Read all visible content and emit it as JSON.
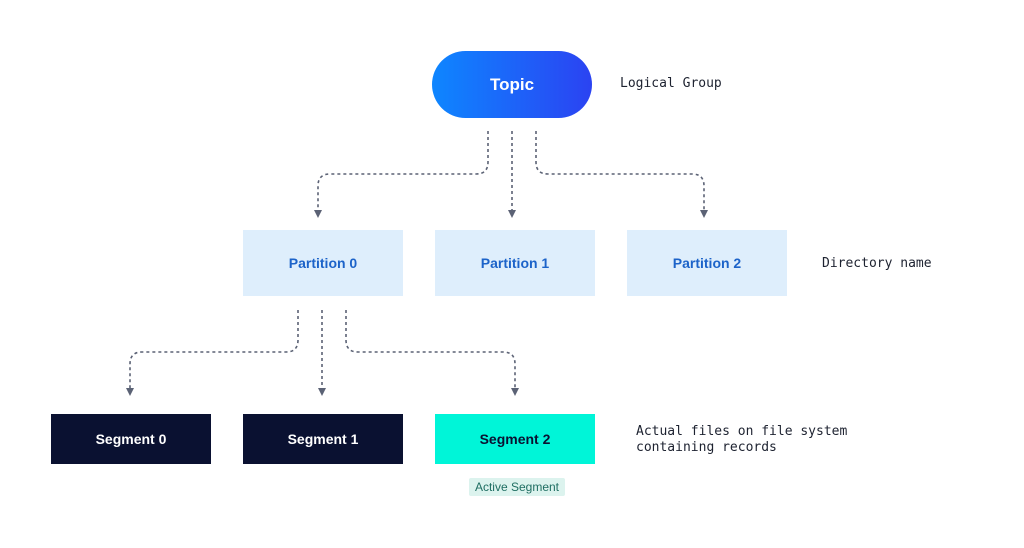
{
  "topic": {
    "label": "Topic",
    "note": "Logical Group"
  },
  "partitions": {
    "items": [
      {
        "label": "Partition 0"
      },
      {
        "label": "Partition 1"
      },
      {
        "label": "Partition 2"
      }
    ],
    "note": "Directory name"
  },
  "segments": {
    "items": [
      {
        "label": "Segment 0"
      },
      {
        "label": "Segment 1"
      },
      {
        "label": "Segment 2"
      }
    ],
    "note": "Actual files on file system\ncontaining records",
    "active_badge": "Active Segment"
  },
  "colors": {
    "topic_gradient_start": "#0e86ff",
    "topic_gradient_end": "#2b43f2",
    "partition_fill": "#deeefc",
    "partition_text": "#1c63c9",
    "segment_fill": "#0a1131",
    "active_segment_fill": "#00f5d8",
    "connector": "#5b6275"
  }
}
